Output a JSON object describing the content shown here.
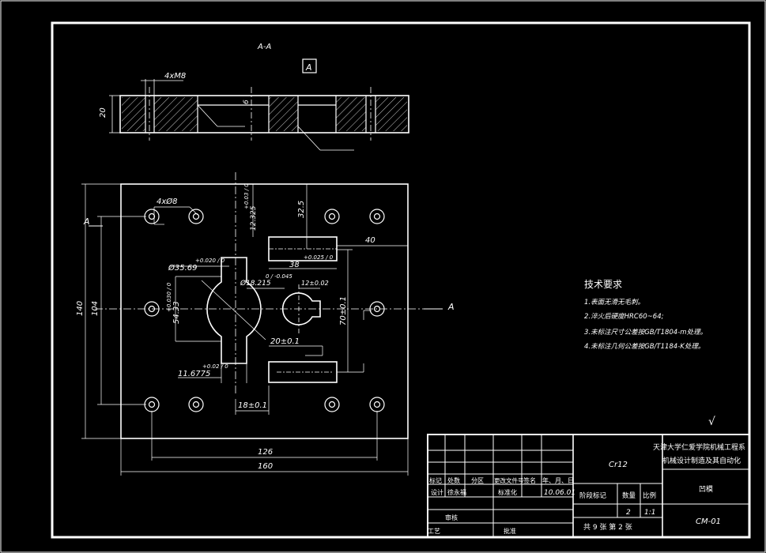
{
  "section": {
    "title": "A-A",
    "datum": "A",
    "thread_callout": "4xM8",
    "height_dim": "20",
    "groove_depth": "6"
  },
  "plan": {
    "hole_callout": "4xØ8",
    "section_marker_left": "A",
    "section_marker_right": "A",
    "dim_overall_height": "140",
    "dim_hole_span_vertical": "104",
    "dim_bore_height": "54.33",
    "dim_bore_height_tol": "+0.030 / 0",
    "dim_bore_dia": "Ø35.69",
    "dim_bore_dia_tol": "+0.020 / 0",
    "dim_key_width": "11.6775",
    "dim_key_width_tol": "+0.02 / 0",
    "dim_offset_18": "18±0.1",
    "dim_offset_20": "20±0.1",
    "dim_small_bore_dia": "Ø18.215",
    "dim_small_bore_tol": "0 / -0.045",
    "dim_small_key": "12±0.02",
    "dim_12_325": "12.325",
    "dim_12_325_tol": "+0.03 / 0",
    "dim_32_5": "32.5",
    "dim_40": "40",
    "dim_slot_38": "38",
    "dim_slot_tol": "+0.025 / 0",
    "dim_70": "70±0.1",
    "dim_126": "126",
    "dim_160": "160",
    "surface_mark": "√"
  },
  "tech_notes": {
    "heading": "技术要求",
    "items": [
      "1.表面无滑无毛刺。",
      "2.淬火后硬度HRC60~64;",
      "3.未标注尺寸公差按GB/T1804-m处理。",
      "4.未标注几何公差按GB/T1184-K处理。"
    ]
  },
  "title_block": {
    "material": "Cr12",
    "school_line1": "天津大学仁爱学院机械工程系",
    "school_line2": "机械设计制造及其自动化",
    "part_name": "凹模",
    "drawing_no": "CM-01",
    "header_cells": [
      "标记",
      "处数",
      "分区",
      "更改文件号",
      "签名",
      "年、月、日"
    ],
    "design_label": "设计",
    "designer": "徐永福",
    "standardize_label": "标准化",
    "date": "10.06.01",
    "stage_label": "阶段标记",
    "qty_label": "数量",
    "scale_label": "比例",
    "qty_value": "2",
    "scale_value": "1:1",
    "review_label": "审核",
    "process_label": "工艺",
    "approve_label": "批准",
    "sheets": "共 9 张  第 2 张"
  }
}
